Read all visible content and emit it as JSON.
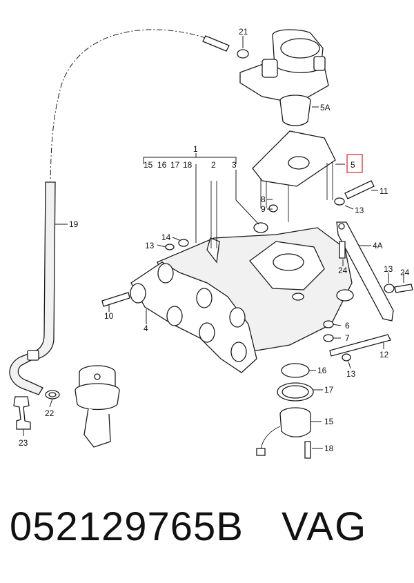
{
  "footer": {
    "part_number": "052129765B",
    "brand": "VAG"
  },
  "highlight_color": "#e53945",
  "callouts": {
    "c21": "21",
    "c5A": "5A",
    "c5": "5",
    "c1": "1",
    "c15a": "15",
    "c16a": "16",
    "c17a": "17",
    "c18a": "18",
    "c2": "2",
    "c3": "3",
    "c11": "11",
    "c8": "8",
    "c9": "9",
    "c13a": "13",
    "c19": "19",
    "c14": "14",
    "c13b": "13",
    "c4A": "4A",
    "c24a": "24",
    "c13c": "13",
    "c24b": "24",
    "c10": "10",
    "c4": "4",
    "c6": "6",
    "c7": "7",
    "c12": "12",
    "c13d": "13",
    "c16b": "16",
    "c17b": "17",
    "c15b": "15",
    "c18b": "18",
    "c22": "22",
    "c23": "23"
  }
}
